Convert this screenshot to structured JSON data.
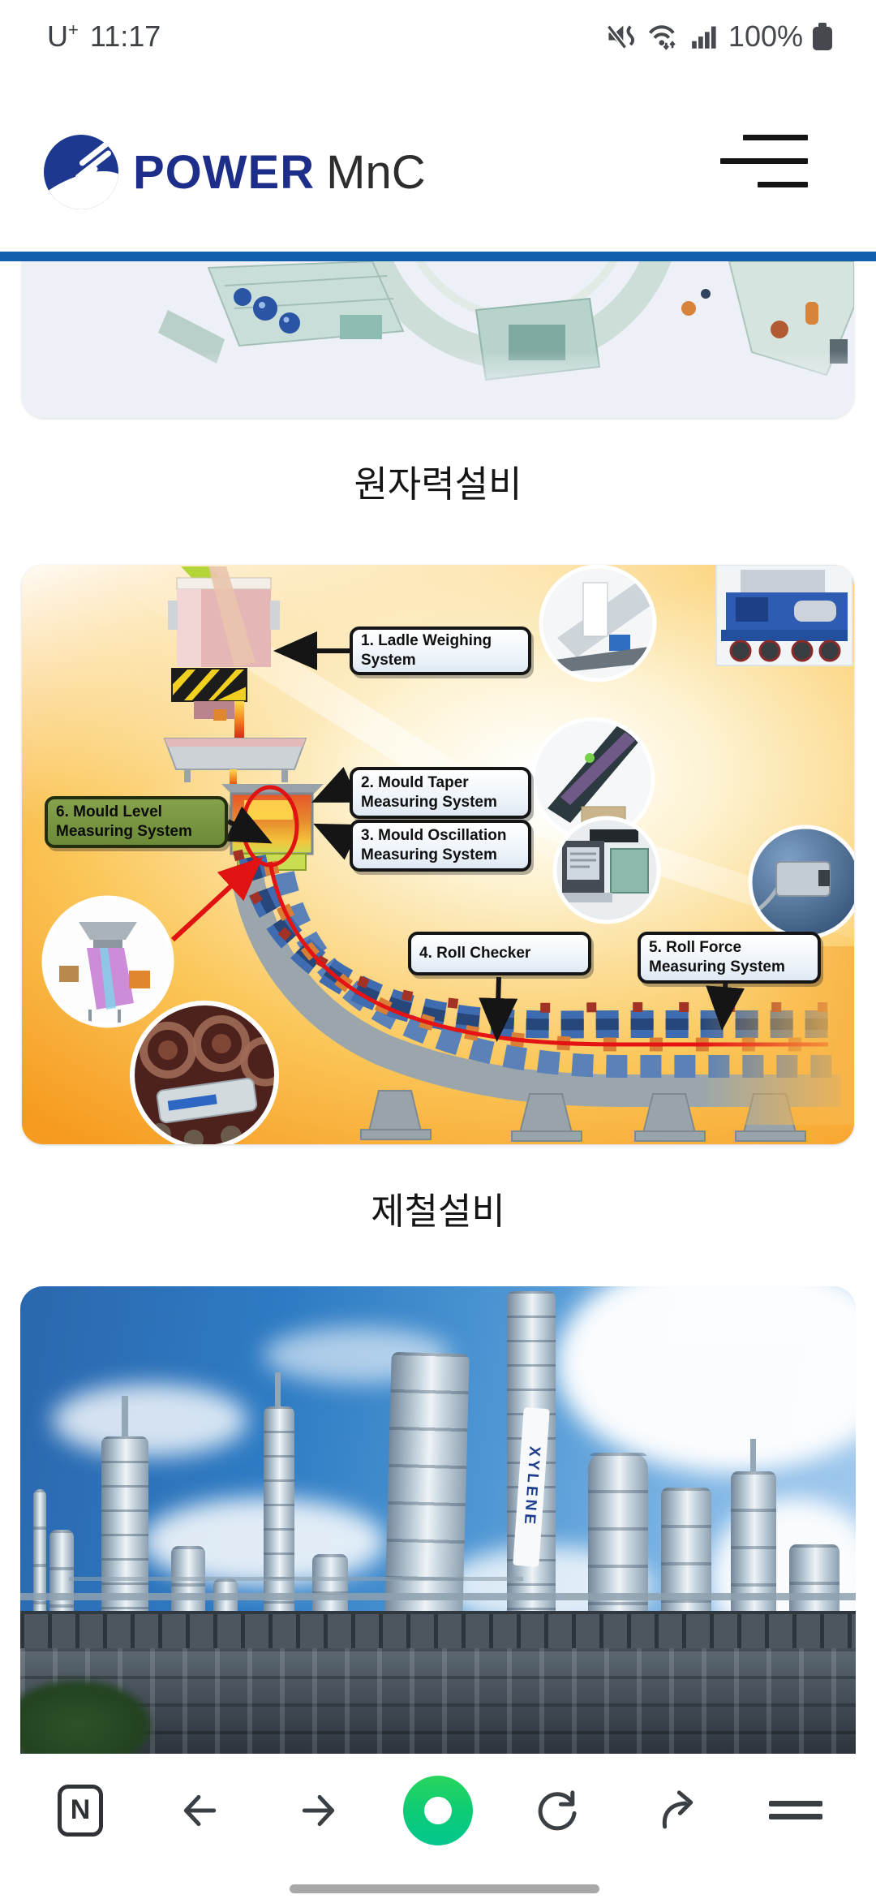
{
  "status_bar": {
    "carrier_base": "U",
    "carrier_sup": "+",
    "time": "11:17",
    "battery_percent": "100%"
  },
  "header": {
    "brand_word1": "POWER",
    "brand_word2": "MnC"
  },
  "content": {
    "sections": [
      {
        "caption": "원자력설비"
      },
      {
        "caption": "제철설비"
      }
    ],
    "diagram_labels": {
      "l1": "1. Ladle Weighing System",
      "l2": "2. Mould Taper Measuring System",
      "l3": "3. Mould Oscillation Measuring System",
      "l4": "4. Roll Checker",
      "l5": "5. Roll Force Measuring System",
      "l6": "6. Mould Level Measuring System"
    },
    "refinery": {
      "tower_label": "XYLENE"
    }
  },
  "nav": {
    "icons": [
      "naver-n-icon",
      "back-arrow-icon",
      "forward-arrow-icon",
      "home-donut-icon",
      "refresh-icon",
      "share-icon",
      "tabs-menu-icon"
    ]
  },
  "colors": {
    "accent_bar": "#1160ae",
    "brand_navy": "#1c2e8a",
    "label_green": "#6b8a38",
    "home_green": "#0ccb77"
  }
}
